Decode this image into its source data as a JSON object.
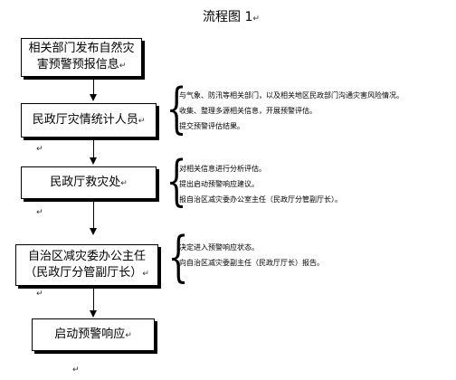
{
  "title": "流程图 1",
  "boxes": [
    {
      "lines": [
        "相关部门发布自然灾",
        "害预警预报信息"
      ]
    },
    {
      "lines": [
        "民政厅灾情统计人员"
      ]
    },
    {
      "lines": [
        "民政厅救灾处"
      ]
    },
    {
      "lines": [
        "自治区减灾委办公主任",
        "（民政厅分管副厅长）"
      ]
    },
    {
      "lines": [
        "启动预警响应"
      ]
    }
  ],
  "notes": [
    {
      "lines": [
        "与气象、防汛等相关部门，以及相关地区民政部门沟通灾害风险情况。",
        "收集、整理多源相关信息，开展预警评估。",
        "提交预警评估结果。"
      ]
    },
    {
      "lines": [
        "对相关信息进行分析评估。",
        "提出启动预警响应建议。",
        "报自治区减灾委办公室主任（民政厅分管副厅长）。"
      ]
    },
    {
      "lines": [
        "决定进入预警响应状态。",
        "向自治区减灾委副主任（民政厅厅长）报告。"
      ]
    }
  ],
  "mark": "↵",
  "stray_marks": [
    "↵",
    "↵",
    "↵",
    "↵"
  ]
}
